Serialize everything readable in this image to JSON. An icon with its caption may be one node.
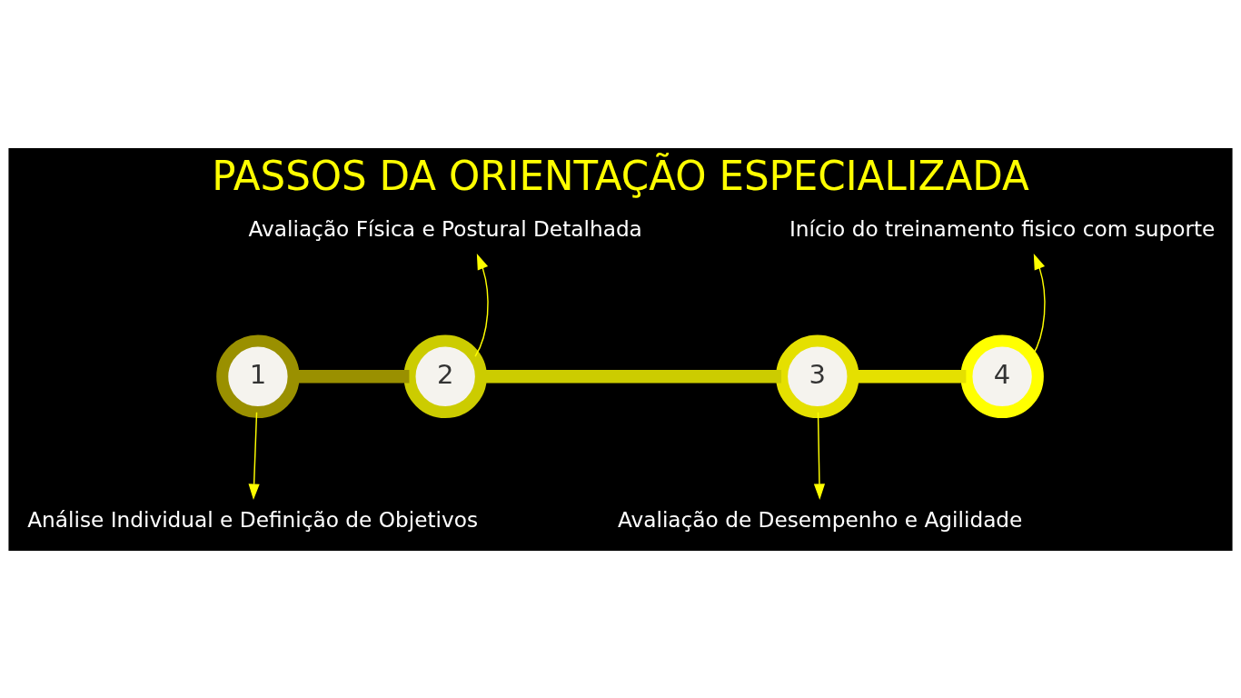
{
  "diagram": {
    "title": "PASSOS DA ORIENTAÇÃO ESPECIALIZADA",
    "nodes": [
      {
        "text": [
          "1"
        ]
      },
      {
        "text": [
          "2"
        ]
      },
      {
        "text": [
          "3"
        ]
      },
      {
        "text": [
          "4"
        ]
      },
      {
        "text": [
          "Análise Individual e Definição de Objetivos"
        ]
      },
      {
        "text": [
          "Avaliação Física e Postural Detalhada"
        ]
      },
      {
        "text": [
          "Avaliação de Desempenho e Agilidade"
        ]
      },
      {
        "text": [
          "Início do treinamento fisico com suporte"
        ]
      }
    ],
    "edges": [
      {
        "from": 0,
        "to": 1,
        "arrow": "none",
        "style": "thick",
        "color": "#9a9000"
      },
      {
        "from": 1,
        "to": 2,
        "arrow": "none",
        "style": "thick",
        "color": "#cccc00"
      },
      {
        "from": 2,
        "to": 3,
        "arrow": "none",
        "style": "thick",
        "color": "#e5e000"
      },
      {
        "from": 0,
        "to": 4,
        "arrow": "to"
      },
      {
        "from": 1,
        "to": 5,
        "arrow": "to"
      },
      {
        "from": 2,
        "to": 6,
        "arrow": "to"
      },
      {
        "from": 3,
        "to": 7,
        "arrow": "to"
      }
    ]
  }
}
